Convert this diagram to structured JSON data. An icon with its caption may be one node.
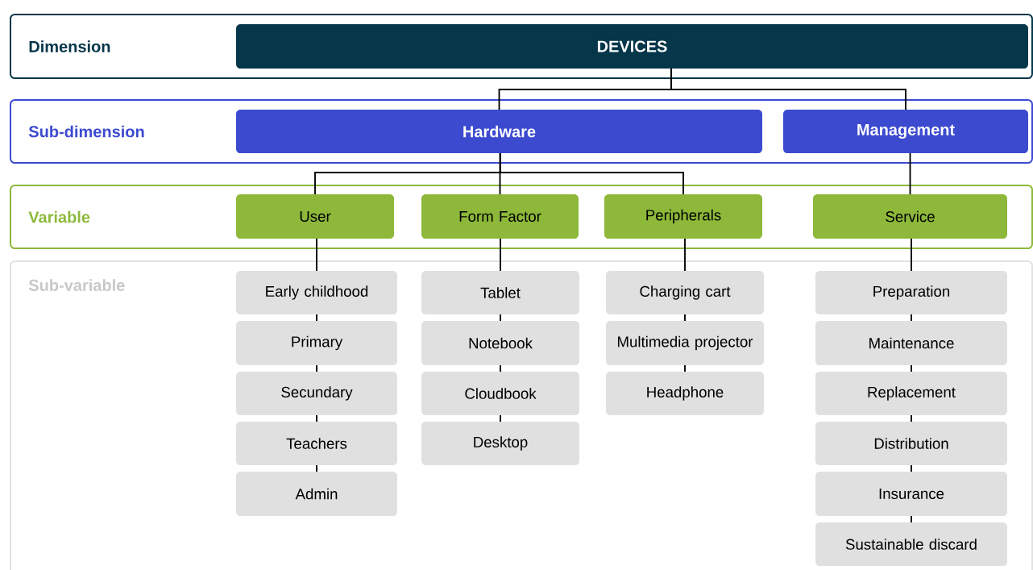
{
  "diagram": {
    "nodes": [
      {
        "text": [
          "Dimension"
        ]
      },
      {
        "text": [
          "DEVICES"
        ],
        "in": 0
      },
      {
        "text": [
          "Sub-dimension"
        ]
      },
      {
        "text": [
          "Hardware"
        ],
        "in": 2
      },
      {
        "text": [
          "Management"
        ],
        "in": 2
      },
      {
        "text": [
          "Variable"
        ]
      },
      {
        "text": [
          "User"
        ],
        "in": 5
      },
      {
        "text": [
          "Form Factor"
        ],
        "in": 5
      },
      {
        "text": [
          "Peripherals"
        ],
        "in": 5
      },
      {
        "text": [
          "Service"
        ],
        "in": 5
      },
      {
        "text": [
          "Sub-variable"
        ]
      },
      {
        "text": [
          "Early childhood"
        ],
        "in": 10
      },
      {
        "text": [
          "Primary"
        ],
        "in": 10
      },
      {
        "text": [
          "Secundary"
        ],
        "in": 10
      },
      {
        "text": [
          "Teachers"
        ],
        "in": 10
      },
      {
        "text": [
          "Admin"
        ],
        "in": 10
      },
      {
        "text": [
          "Tablet"
        ],
        "in": 10
      },
      {
        "text": [
          "Notebook"
        ],
        "in": 10
      },
      {
        "text": [
          "Cloudbook"
        ],
        "in": 10
      },
      {
        "text": [
          "Desktop"
        ],
        "in": 10
      },
      {
        "text": [
          "Charging cart"
        ],
        "in": 10
      },
      {
        "text": [
          "Multimedia projector"
        ],
        "in": 10
      },
      {
        "text": [
          "Headphone"
        ],
        "in": 10
      },
      {
        "text": [
          "Preparation"
        ],
        "in": 10
      },
      {
        "text": [
          "Maintenance"
        ],
        "in": 10
      },
      {
        "text": [
          "Replacement"
        ],
        "in": 10
      },
      {
        "text": [
          "Distribution"
        ],
        "in": 10
      },
      {
        "text": [
          "Insurance"
        ],
        "in": 10
      },
      {
        "text": [
          "Sustainable discard"
        ],
        "in": 10
      }
    ],
    "edges": [
      {
        "from": 1,
        "to": 3,
        "arrow": "none"
      },
      {
        "from": 1,
        "to": 4,
        "arrow": "none"
      },
      {
        "from": 3,
        "to": 6,
        "arrow": "none"
      },
      {
        "from": 3,
        "to": 7,
        "arrow": "none"
      },
      {
        "from": 3,
        "to": 8,
        "arrow": "none"
      },
      {
        "from": 4,
        "to": 9,
        "arrow": "none"
      },
      {
        "from": 6,
        "to": 11,
        "arrow": "none"
      },
      {
        "from": 11,
        "to": 12,
        "arrow": "none"
      },
      {
        "from": 12,
        "to": 13,
        "arrow": "none"
      },
      {
        "from": 13,
        "to": 14,
        "arrow": "none"
      },
      {
        "from": 14,
        "to": 15,
        "arrow": "none"
      },
      {
        "from": 7,
        "to": 16,
        "arrow": "none"
      },
      {
        "from": 16,
        "to": 17,
        "arrow": "none"
      },
      {
        "from": 17,
        "to": 18,
        "arrow": "none"
      },
      {
        "from": 18,
        "to": 19,
        "arrow": "none"
      },
      {
        "from": 8,
        "to": 20,
        "arrow": "none"
      },
      {
        "from": 20,
        "to": 21,
        "arrow": "none"
      },
      {
        "from": 21,
        "to": 22,
        "arrow": "none"
      },
      {
        "from": 9,
        "to": 23,
        "arrow": "none"
      },
      {
        "from": 23,
        "to": 24,
        "arrow": "none"
      },
      {
        "from": 24,
        "to": 25,
        "arrow": "none"
      },
      {
        "from": 25,
        "to": 26,
        "arrow": "none"
      },
      {
        "from": 26,
        "to": 27,
        "arrow": "none"
      },
      {
        "from": 27,
        "to": 28,
        "arrow": "none"
      }
    ]
  }
}
